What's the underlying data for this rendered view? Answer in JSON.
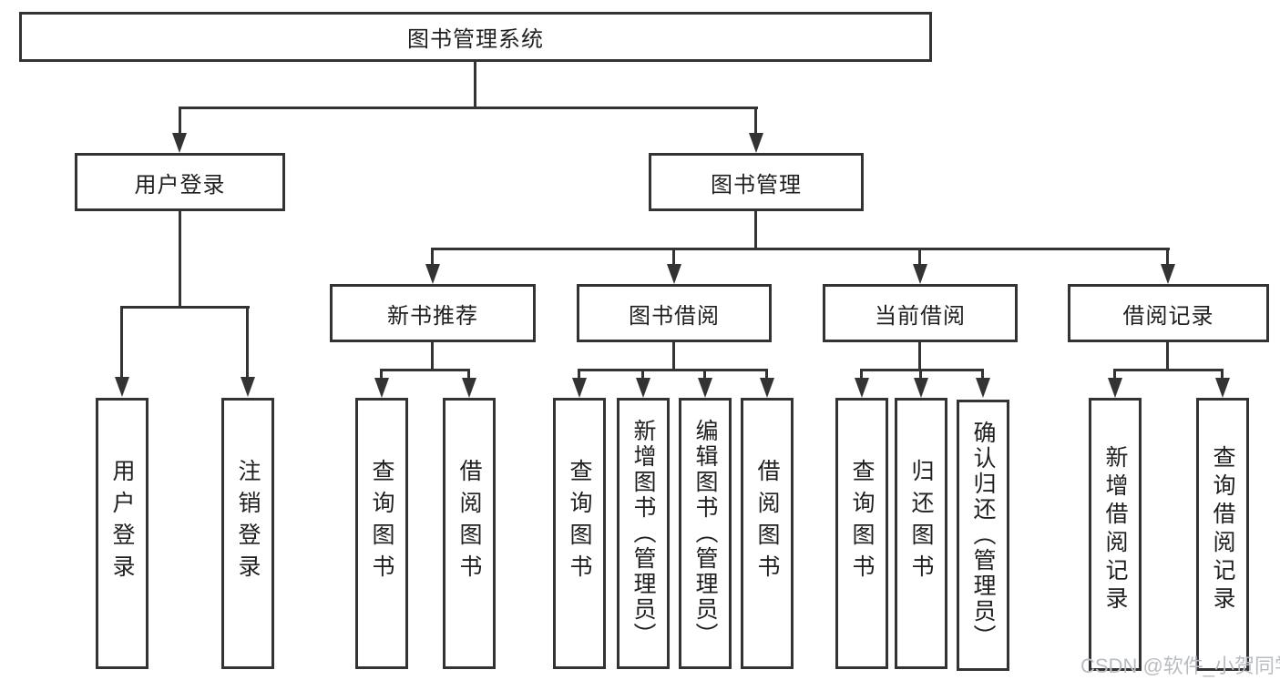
{
  "colors": {
    "line": "#333333",
    "box_bg": "#ffffff",
    "text": "#1f1f1f",
    "watermark": "#b9bdc3"
  },
  "diagram": {
    "title": "图书管理系统",
    "branches": [
      {
        "label": "用户登录",
        "children": [
          {
            "label": "用户登录"
          },
          {
            "label": "注销登录"
          }
        ]
      },
      {
        "label": "图书管理",
        "children": [
          {
            "label": "新书推荐",
            "children": [
              {
                "label": "查询图书"
              },
              {
                "label": "借阅图书"
              }
            ]
          },
          {
            "label": "图书借阅",
            "children": [
              {
                "label": "查询图书"
              },
              {
                "label": "新增图书（管理员）"
              },
              {
                "label": "编辑图书（管理员）"
              },
              {
                "label": "借阅图书"
              }
            ]
          },
          {
            "label": "当前借阅",
            "children": [
              {
                "label": "查询图书"
              },
              {
                "label": "归还图书"
              },
              {
                "label": "确认归还（管理员）"
              }
            ]
          },
          {
            "label": "借阅记录",
            "children": [
              {
                "label": "新增借阅记录"
              },
              {
                "label": "查询借阅记录"
              }
            ]
          }
        ]
      }
    ]
  },
  "watermark": {
    "text": "CSDN @软件_小贺同学"
  }
}
